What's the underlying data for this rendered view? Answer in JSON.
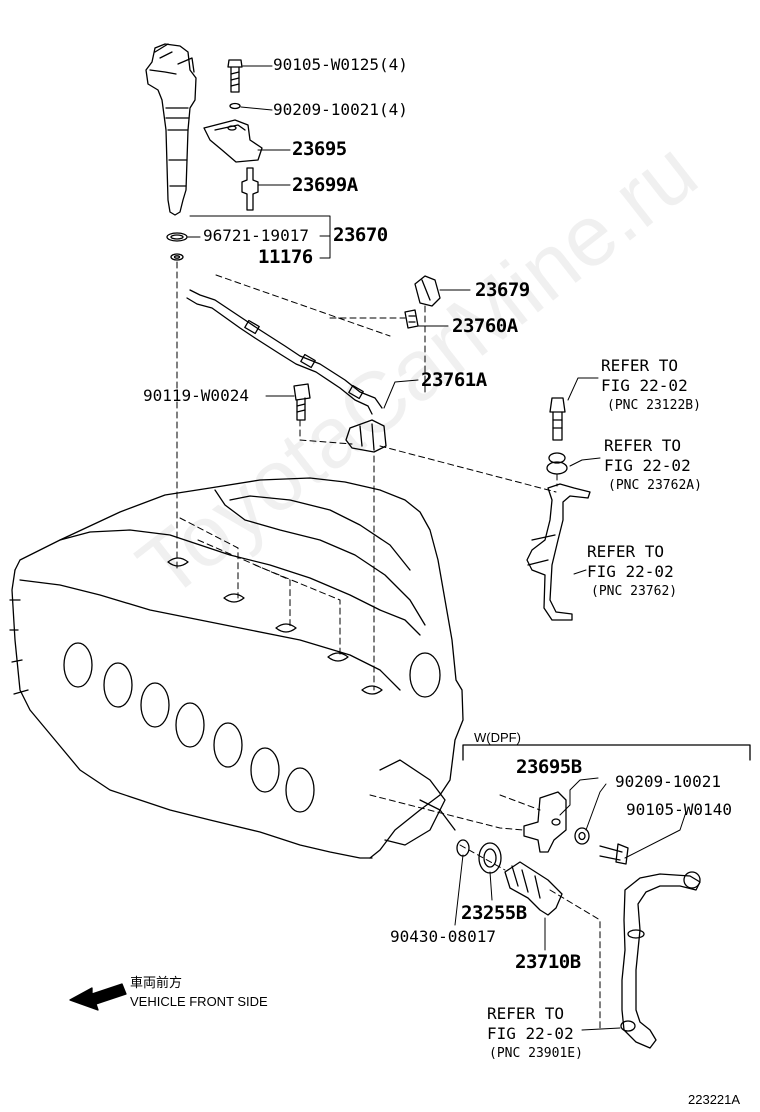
{
  "watermark": "ToyotaCarMine.ru",
  "parts": {
    "p90105_w0125": "90105-W0125(4)",
    "p90209_10021_4": "90209-10021(4)",
    "p23695": "23695",
    "p23699a": "23699A",
    "p96721_19017": "96721-19017",
    "p23670": "23670",
    "p11176": "11176",
    "p23679": "23679",
    "p23760a": "23760A",
    "p23761a": "23761A",
    "p90119_w0024": "90119-W0024",
    "p23695b": "23695B",
    "p90209_10021": "90209-10021",
    "p90105_w0140": "90105-W0140",
    "p23255b": "23255B",
    "p90430_08017": "90430-08017",
    "p23710b": "23710B"
  },
  "refs": [
    {
      "line1": "REFER TO",
      "line2": "FIG 22-02",
      "pnc": "(PNC 23122B)"
    },
    {
      "line1": "REFER TO",
      "line2": "FIG 22-02",
      "pnc": "(PNC 23762A)"
    },
    {
      "line1": "REFER TO",
      "line2": "FIG 22-02",
      "pnc": "(PNC 23762)"
    },
    {
      "line1": "REFER TO",
      "line2": "FIG 22-02",
      "pnc": "(PNC 23901E)"
    }
  ],
  "variant_label": "W(DPF)",
  "direction": {
    "jp": "車両前方",
    "en": "VEHICLE FRONT SIDE"
  },
  "figure_code": "223221A"
}
